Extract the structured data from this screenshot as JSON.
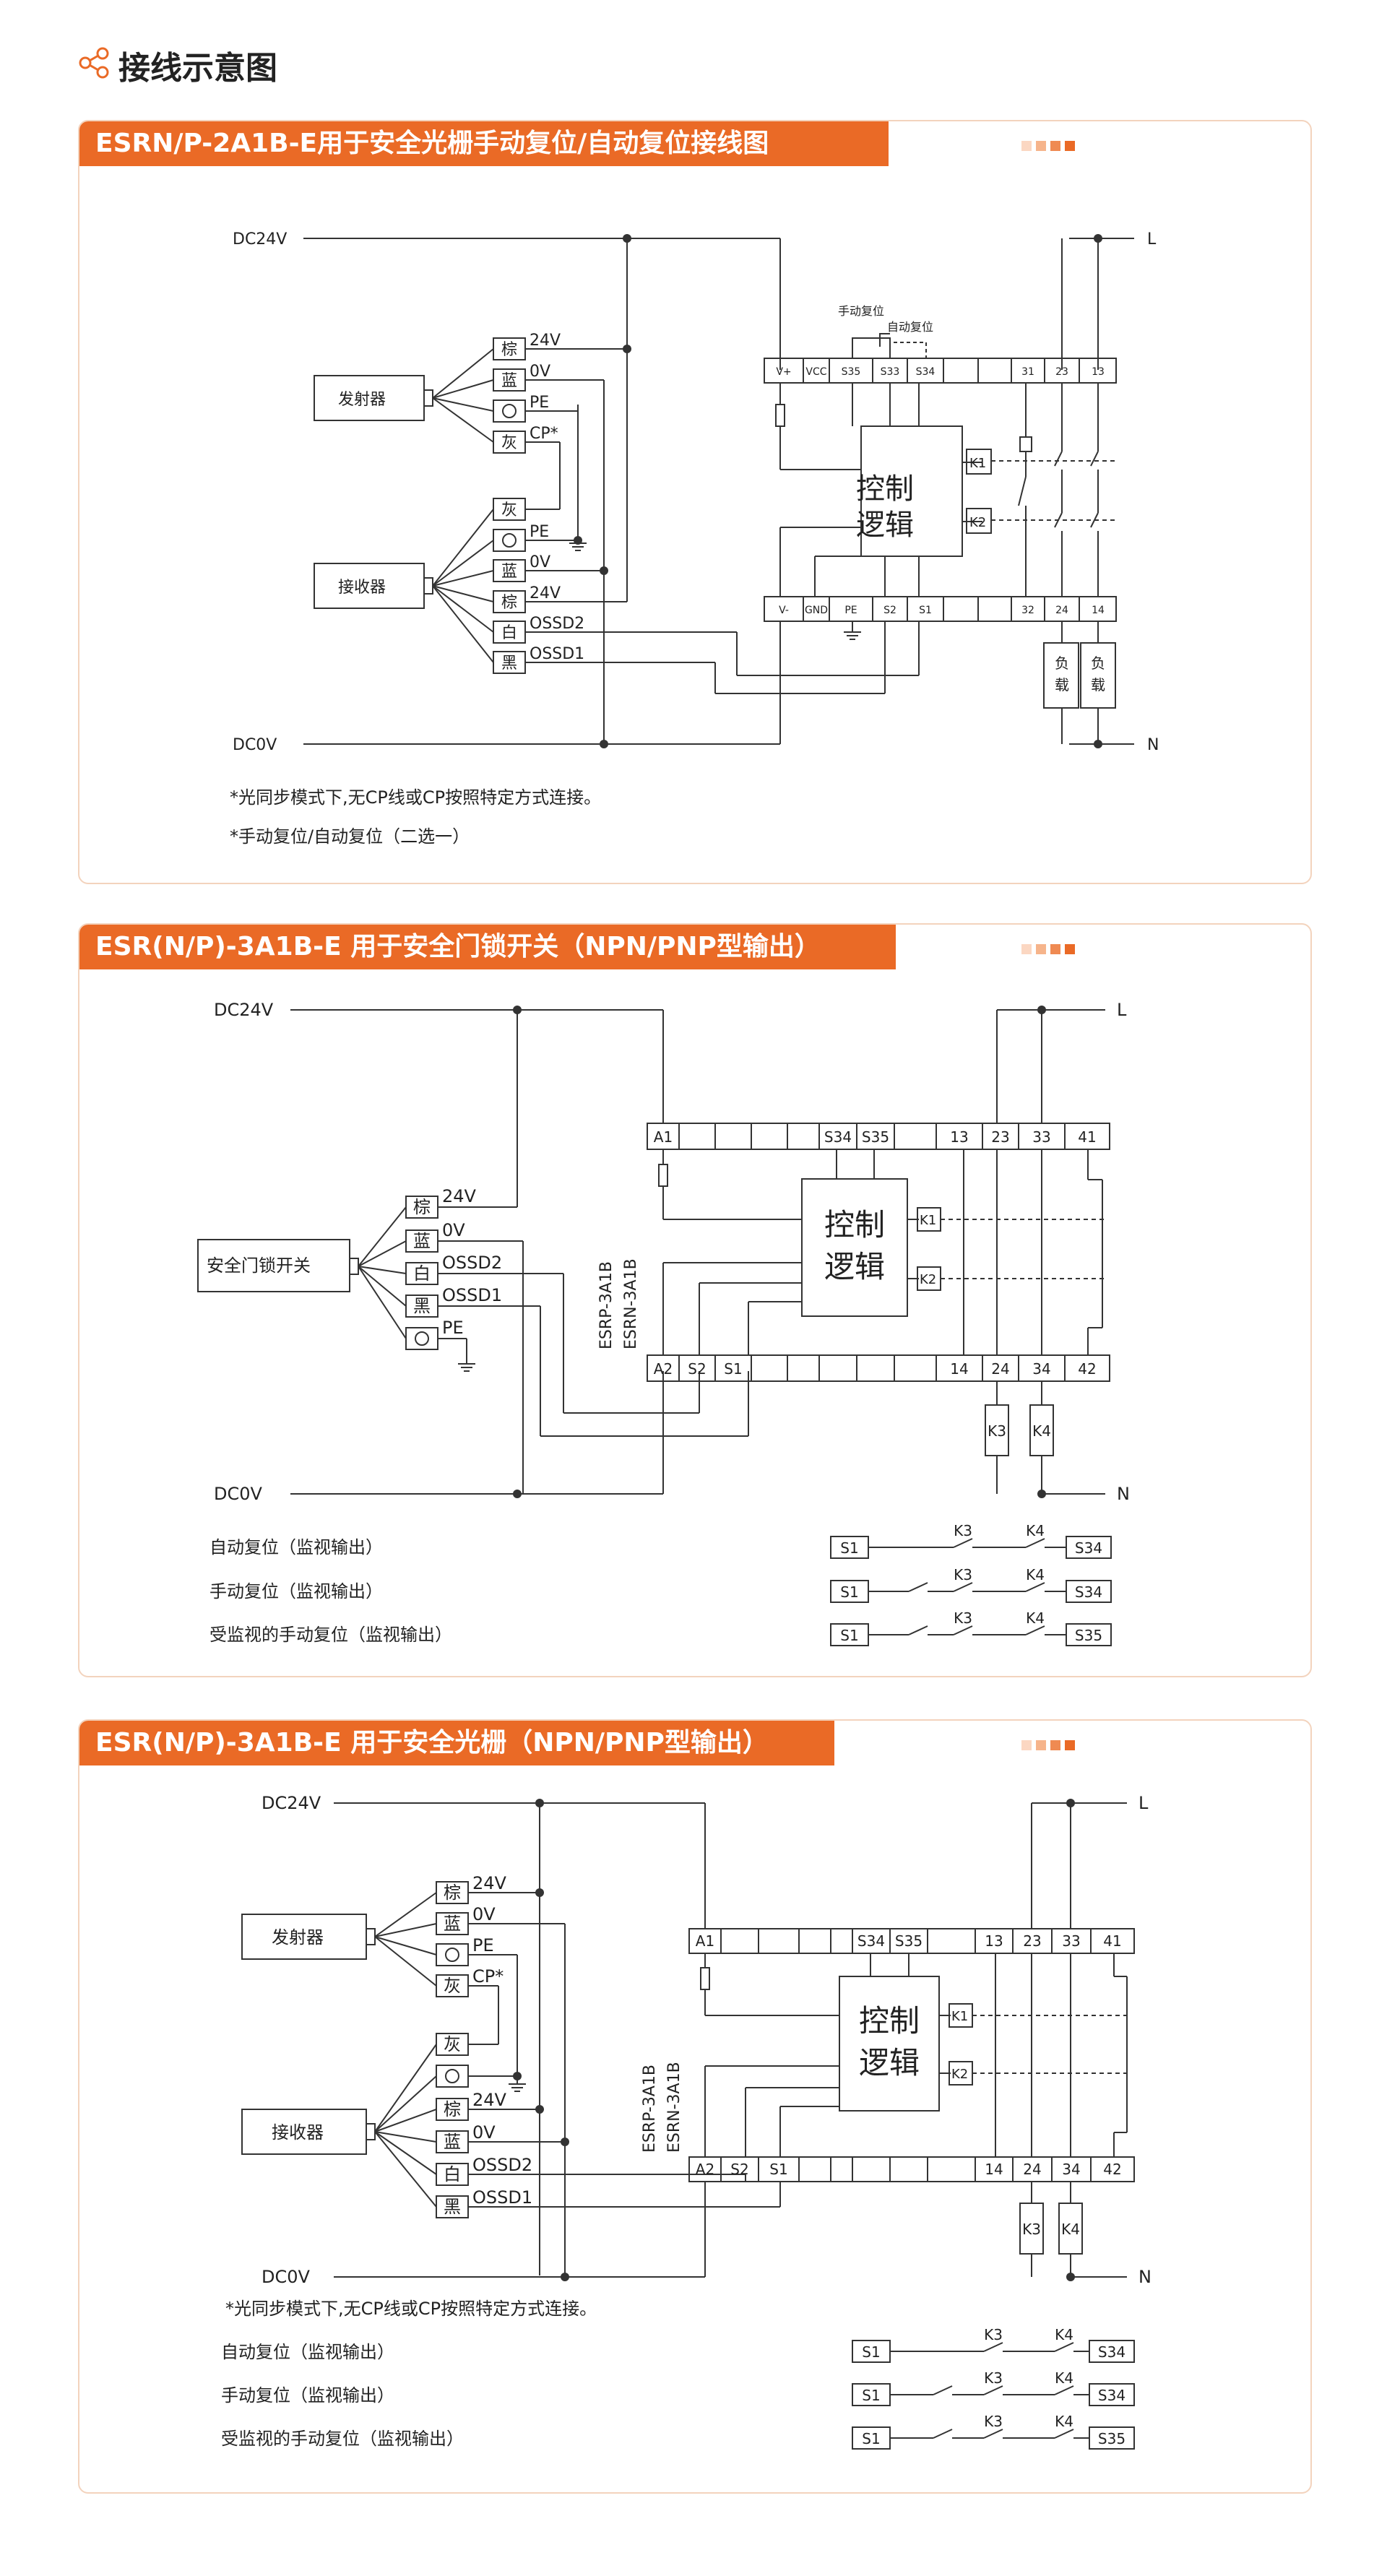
{
  "header": {
    "title": "接线示意图"
  },
  "colors": {
    "accent": "#ea6a26",
    "light": "#f6b48b",
    "panel_border": "#f3d3bd",
    "line": "#333333"
  },
  "sections": [
    {
      "title": "ESRN/P-2A1B-E用于安全光栅手动复位/自动复位接线图",
      "labels": {
        "dc24v": "DC24V",
        "dc0v": "DC0V",
        "l": "L",
        "n": "N",
        "emitter": "发射器",
        "receiver": "接收器",
        "emitter_wires": [
          "棕",
          "蓝",
          "",
          "灰"
        ],
        "emitter_wire_labels": [
          "24V",
          "0V",
          "PE",
          "CP*"
        ],
        "receiver_wires": [
          "灰",
          "",
          "蓝",
          "棕",
          "白",
          "黑"
        ],
        "receiver_wire_labels": [
          "",
          "PE",
          "0V",
          "24V",
          "OSSD2",
          "OSSD1"
        ],
        "top_terminals": [
          "V+",
          "VCC",
          "S35",
          "S33",
          "S34",
          "",
          "",
          "31",
          "23",
          "13"
        ],
        "bottom_terminals": [
          "V-",
          "GND",
          "PE",
          "S2",
          "S1",
          "",
          "",
          "32",
          "24",
          "14"
        ],
        "manual_reset": "手动复位",
        "auto_reset": "自动复位",
        "logic_line1": "控制",
        "logic_line2": "逻辑",
        "k1": "K1",
        "k2": "K2",
        "load1": "负载",
        "load2": "负载"
      },
      "notes": [
        "*光同步模式下,无CP线或CP按照特定方式连接。",
        "*手动复位/自动复位（二选一）"
      ]
    },
    {
      "title": "ESR(N/P)-3A1B-E 用于安全门锁开关（NPN/PNP型输出）",
      "labels": {
        "dc24v": "DC24V",
        "dc0v": "DC0V",
        "l": "L",
        "n": "N",
        "device": "安全门锁开关",
        "wires": [
          "棕",
          "蓝",
          "白",
          "黑",
          ""
        ],
        "wire_labels": [
          "24V",
          "0V",
          "OSSD2",
          "OSSD1",
          "PE"
        ],
        "top_terminals": [
          "A1",
          "",
          "",
          "",
          "S34",
          "S35",
          "",
          "13",
          "23",
          "33",
          "41"
        ],
        "bottom_terminals": [
          "A2",
          "S2",
          "S1",
          "",
          "",
          "",
          "",
          "14",
          "24",
          "34",
          "42"
        ],
        "model1": "ESRP-3A1B",
        "model2": "ESRN-3A1B",
        "logic_line1": "控制",
        "logic_line2": "逻辑",
        "k1": "K1",
        "k2": "K2",
        "k3": "K3",
        "k4": "K4"
      },
      "reset_rows": [
        {
          "label": "自动复位（监视输出）",
          "start": "S1",
          "end": "S34"
        },
        {
          "label": "手动复位（监视输出）",
          "start": "S1",
          "end": "S34"
        },
        {
          "label": "受监视的手动复位（监视输出）",
          "start": "S1",
          "end": "S35"
        }
      ]
    },
    {
      "title": "ESR(N/P)-3A1B-E 用于安全光栅（NPN/PNP型输出）",
      "labels": {
        "dc24v": "DC24V",
        "dc0v": "DC0V",
        "l": "L",
        "n": "N",
        "emitter": "发射器",
        "receiver": "接收器",
        "emitter_wires": [
          "棕",
          "蓝",
          "",
          "灰"
        ],
        "emitter_wire_labels": [
          "24V",
          "0V",
          "PE",
          "CP*"
        ],
        "receiver_wires": [
          "灰",
          "",
          "棕",
          "蓝",
          "白",
          "黑"
        ],
        "receiver_wire_labels": [
          "",
          "",
          "24V",
          "0V",
          "OSSD2",
          "OSSD1"
        ],
        "top_terminals": [
          "A1",
          "",
          "",
          "",
          "S34",
          "S35",
          "",
          "13",
          "23",
          "33",
          "41"
        ],
        "bottom_terminals": [
          "A2",
          "S2",
          "S1",
          "",
          "",
          "",
          "",
          "14",
          "24",
          "34",
          "42"
        ],
        "model1": "ESRP-3A1B",
        "model2": "ESRN-3A1B",
        "logic_line1": "控制",
        "logic_line2": "逻辑",
        "k1": "K1",
        "k2": "K2",
        "k3": "K3",
        "k4": "K4"
      },
      "notes": [
        "*光同步模式下,无CP线或CP按照特定方式连接。"
      ],
      "reset_rows": [
        {
          "label": "自动复位（监视输出）",
          "start": "S1",
          "end": "S34"
        },
        {
          "label": "手动复位（监视输出）",
          "start": "S1",
          "end": "S34"
        },
        {
          "label": "受监视的手动复位（监视输出）",
          "start": "S1",
          "end": "S35"
        }
      ]
    }
  ]
}
